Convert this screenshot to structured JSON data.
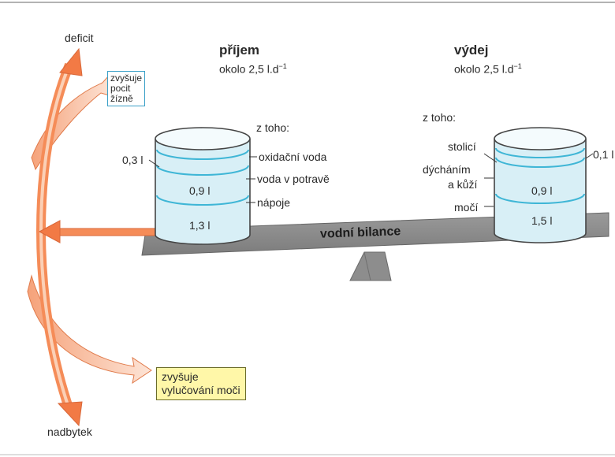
{
  "states": {
    "top": "deficit",
    "bottom": "nadbytek"
  },
  "thirst_box": {
    "line1": "zvyšuje",
    "line2": "pocit",
    "line3": "žízně"
  },
  "urine_box": {
    "line1": "zvyšuje",
    "line2": "vylučování moči"
  },
  "intake": {
    "title": "příjem",
    "subtitle_prefix": "okolo 2,5 l.d",
    "subtitle_exp": "−1",
    "of_which": "z toho:",
    "components": [
      "oxidační voda",
      "voda v potravě",
      "nápoje"
    ],
    "values": [
      "0,3 l",
      "0,9 l",
      "1,3 l"
    ]
  },
  "output": {
    "title": "výdej",
    "subtitle_prefix": "okolo 2,5 l.d",
    "subtitle_exp": "−1",
    "of_which": "z toho:",
    "components": {
      "feces": "stolicí",
      "breath_1": "dýcháním",
      "breath_2": "a kůží",
      "urine": "močí"
    },
    "values": [
      "0,1 l",
      "0,9 l",
      "1,5 l"
    ]
  },
  "beam_label": "vodní bilance",
  "colors": {
    "arrow_orange": "#f08a5a",
    "arrow_light": "#fbd6c2",
    "beam": "#8e8e8e",
    "water": "#d6eef5",
    "water_line": "#3fb6d6",
    "yellow_box": "#fff7a8",
    "blue_box_border": "#3aa0c8"
  }
}
